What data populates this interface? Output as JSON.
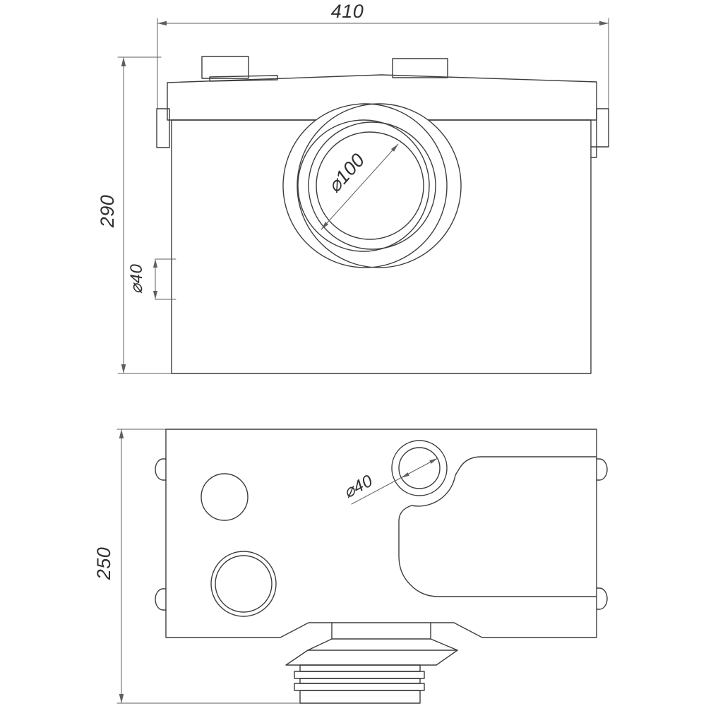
{
  "drawing": {
    "type": "technical-drawing-two-views",
    "background_color": "#ffffff",
    "object_line_color": "#3d3d3d",
    "thin_line_color": "#5f5f5f",
    "text_color": "#2f2f2f",
    "front_view": {
      "width_dim": "410",
      "height_dim": "290",
      "inlet_dia_dim": "⌀100",
      "side_port_dia_dim": "⌀40"
    },
    "top_view": {
      "depth_dim": "250",
      "vent_port_dia_dim": "⌀40"
    }
  }
}
